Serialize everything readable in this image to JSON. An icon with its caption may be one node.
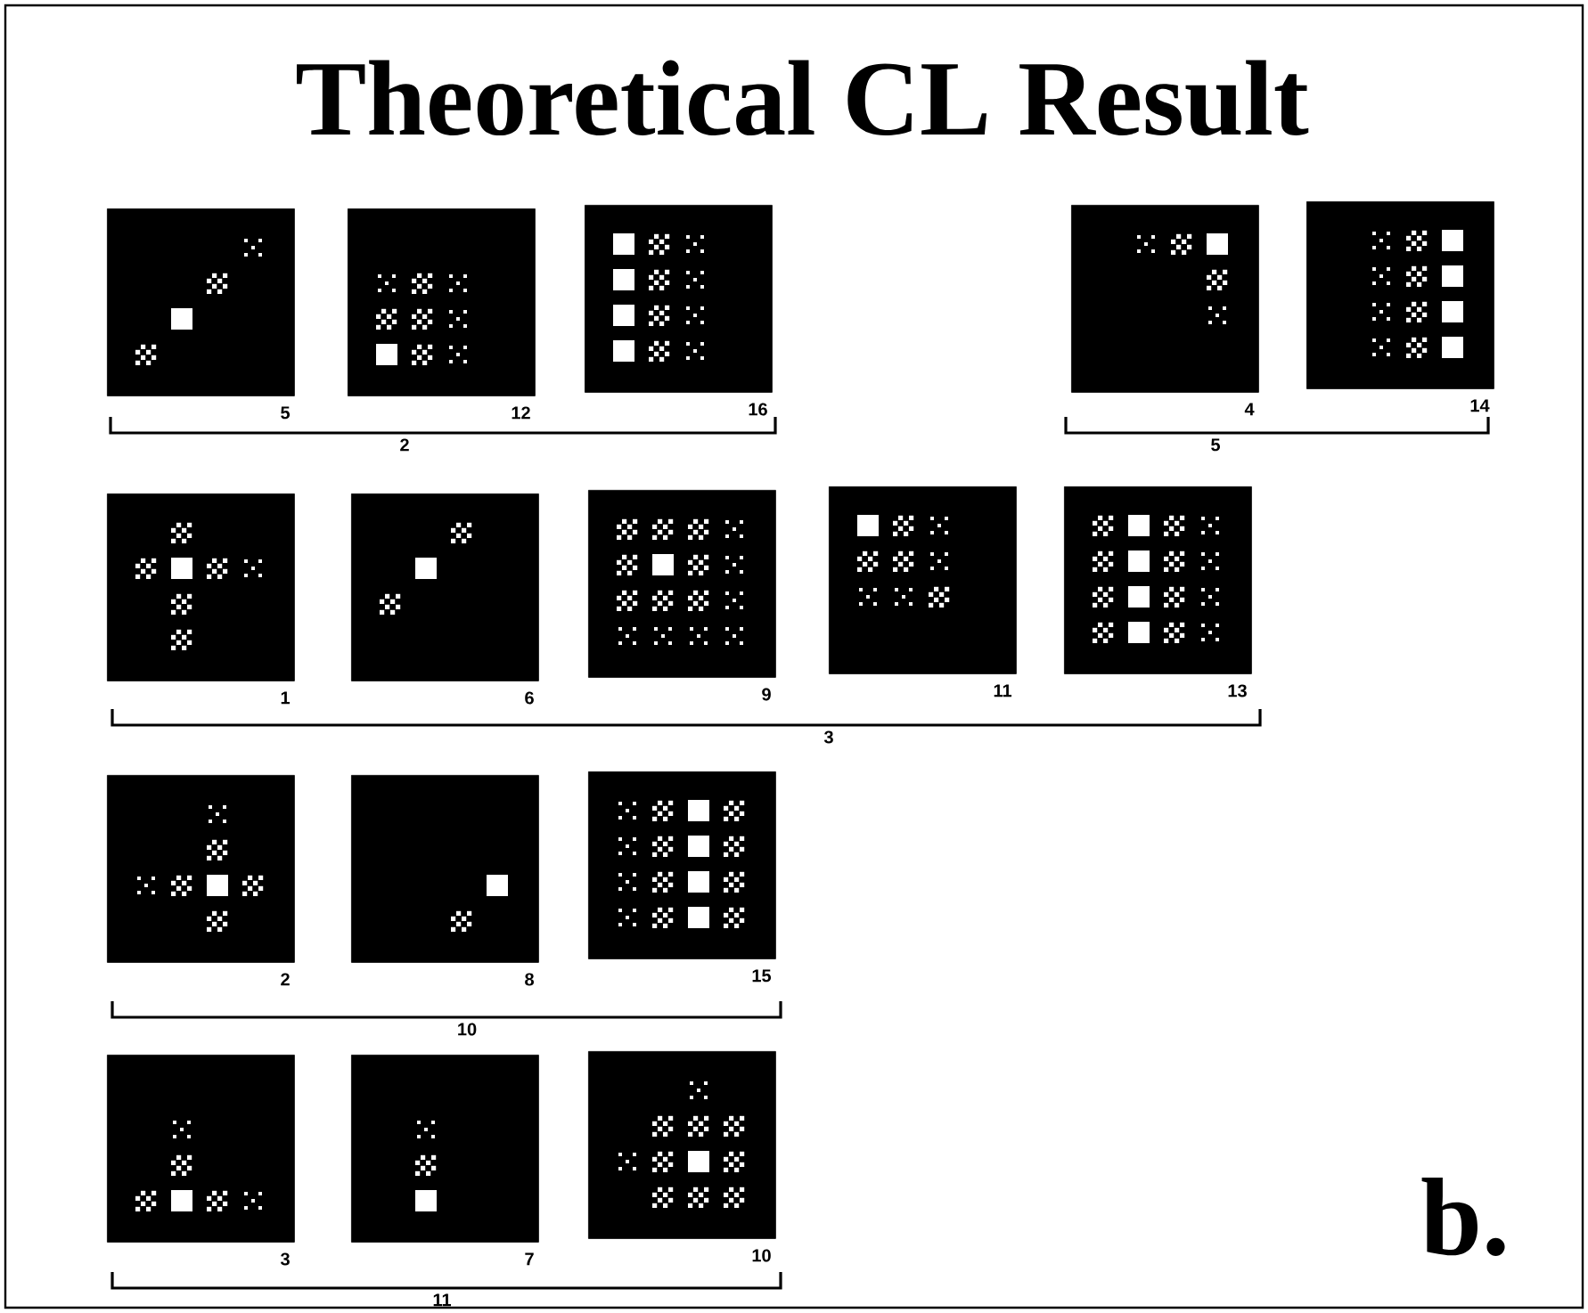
{
  "diagram": {
    "title": "Theoretical CL Result",
    "nodes": [
      {
        "text": [],
        "shape": "box",
        "beside": [
          "5"
        ]
      },
      {
        "text": [],
        "shape": "box",
        "beside": [
          "12"
        ]
      },
      {
        "text": [],
        "shape": "box",
        "beside": [
          "16"
        ]
      },
      {
        "text": [],
        "shape": "box",
        "beside": [
          "4"
        ]
      },
      {
        "text": [],
        "shape": "box",
        "beside": [
          "14"
        ]
      },
      {
        "text": [],
        "shape": "box",
        "beside": [
          "1"
        ]
      },
      {
        "text": [],
        "shape": "box",
        "beside": [
          "6"
        ]
      },
      {
        "text": [],
        "shape": "box",
        "beside": [
          "9"
        ]
      },
      {
        "text": [],
        "shape": "box",
        "beside": [
          "11"
        ]
      },
      {
        "text": [],
        "shape": "box",
        "beside": [
          "13"
        ]
      },
      {
        "text": [],
        "shape": "box",
        "beside": [
          "2"
        ]
      },
      {
        "text": [],
        "shape": "box",
        "beside": [
          "8"
        ]
      },
      {
        "text": [],
        "shape": "box",
        "beside": [
          "15"
        ]
      },
      {
        "text": [],
        "shape": "box",
        "beside": [
          "3"
        ]
      },
      {
        "text": [],
        "shape": "box",
        "beside": [
          "7"
        ]
      },
      {
        "text": [],
        "shape": "box",
        "beside": [
          "10"
        ]
      }
    ],
    "labels": [
      "2",
      "5",
      "3",
      "10",
      "11",
      "b."
    ]
  }
}
